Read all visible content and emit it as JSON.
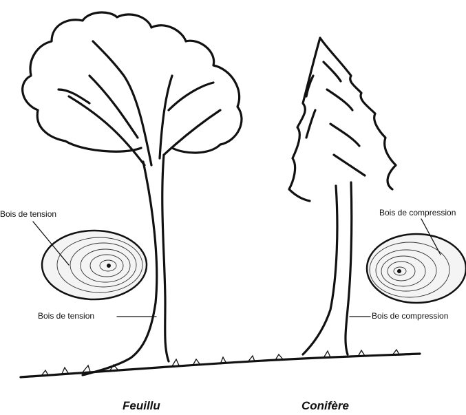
{
  "left_tree": {
    "caption": "Feuillu",
    "section_label": "Bois de tension",
    "trunk_label": "Bois de tension"
  },
  "right_tree": {
    "caption": "Conifère",
    "section_label": "Bois de compression",
    "trunk_label": "Bois de compression"
  }
}
